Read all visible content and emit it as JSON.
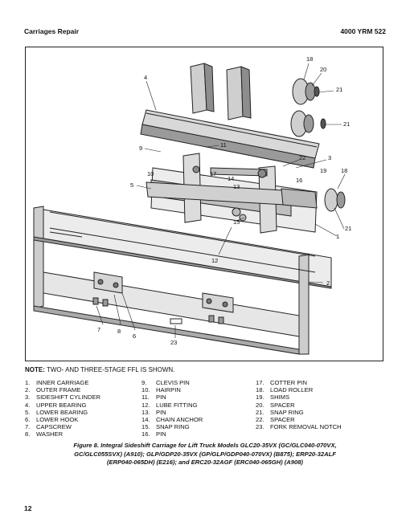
{
  "header": {
    "left": "Carriages Repair",
    "right": "4000 YRM 522"
  },
  "figure": {
    "callouts": [
      "18",
      "20",
      "21",
      "21",
      "4",
      "9",
      "10",
      "11",
      "22",
      "3",
      "19",
      "18",
      "17",
      "14",
      "13",
      "16",
      "5",
      "15",
      "1",
      "21",
      "12",
      "2",
      "7",
      "8",
      "6",
      "23"
    ]
  },
  "note": {
    "label": "NOTE:",
    "text": "TWO- AND THREE-STAGE FFL IS SHOWN."
  },
  "legend": [
    [
      {
        "num": "1.",
        "label": "INNER CARRIAGE"
      },
      {
        "num": "2.",
        "label": "OUTER FRAME"
      },
      {
        "num": "3.",
        "label": "SIDESHIFT CYLINDER"
      },
      {
        "num": "4.",
        "label": "UPPER BEARING"
      },
      {
        "num": "5.",
        "label": "LOWER BEARING"
      },
      {
        "num": "6.",
        "label": "LOWER HOOK"
      },
      {
        "num": "7.",
        "label": "CAPSCREW"
      },
      {
        "num": "8.",
        "label": "WASHER"
      }
    ],
    [
      {
        "num": "9.",
        "label": "CLEVIS PIN"
      },
      {
        "num": "10.",
        "label": "HAIRPIN"
      },
      {
        "num": "11.",
        "label": "PIN"
      },
      {
        "num": "12.",
        "label": "LUBE FITTING"
      },
      {
        "num": "13.",
        "label": "PIN"
      },
      {
        "num": "14.",
        "label": "CHAIN ANCHOR"
      },
      {
        "num": "15.",
        "label": "SNAP RING"
      },
      {
        "num": "16.",
        "label": "PIN"
      }
    ],
    [
      {
        "num": "17.",
        "label": "COTTER PIN"
      },
      {
        "num": "18.",
        "label": "LOAD ROLLER"
      },
      {
        "num": "19.",
        "label": "SHIMS"
      },
      {
        "num": "20.",
        "label": "SPACER"
      },
      {
        "num": "21.",
        "label": "SNAP RING"
      },
      {
        "num": "22.",
        "label": "SPACER"
      },
      {
        "num": "23.",
        "label": "FORK REMOVAL NOTCH"
      }
    ]
  ],
  "caption": {
    "line1": "Figure 8. Integral Sideshift Carriage for Lift Truck Models GLC20-35VX (GC/GLC040-070VX,",
    "line2": "GC/GLC055SVX) (A910); GLP/GDP20-35VX (GP/GLP/GDP040-070VX) (B875); ERP20-32ALF",
    "line3": "(ERP040-065DH) (E216); and ERC20-32AGF (ERC040-065GH) (A908)"
  },
  "page_number": "12"
}
